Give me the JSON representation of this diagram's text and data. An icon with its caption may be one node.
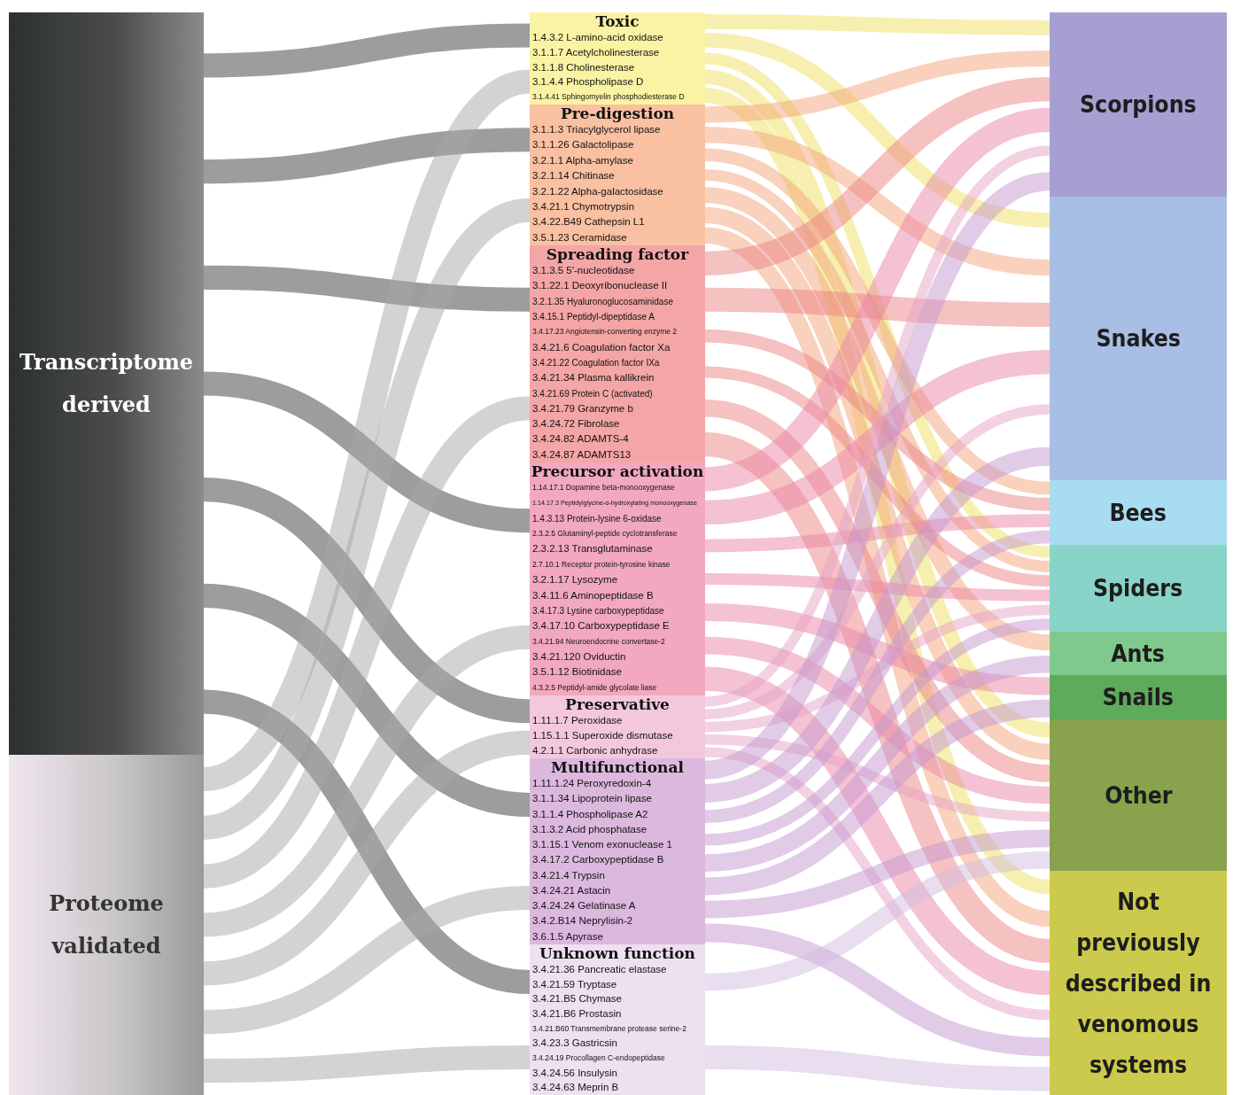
{
  "diagram": {
    "nodes": [
      {
        "text": [
          "Transcriptome derived"
        ]
      },
      {
        "text": [
          "Proteome validated"
        ]
      },
      {
        "text": [
          "Toxic",
          "1.4.3.2 L-amino-acid oxidase",
          "3.1.1.7 Acetylcholinesterase",
          "3.1.1.8 Cholinesterase",
          "3.1.4.4 Phospholipase D",
          "3.1.4.41 Sphingomyelin phosphodiesterase D"
        ]
      },
      {
        "text": [
          "Pre-digestion",
          "3.1.1.3 Triacylglycerol lipase",
          "3.1.1.26 Galactolipase",
          "3.2.1.1 Alpha-amylase",
          "3.2.1.14 Chitinase",
          "3.2.1.22 Alpha-galactosidase",
          "3.4.21.1 Chymotrypsin",
          "3.4.22.B49 Cathepsin L1",
          "3.5.1.23 Ceramidase"
        ]
      },
      {
        "text": [
          "Spreading factor",
          "3.1.3.5 5'-nucleotidase",
          "3.1.22.1 Deoxyribonuclease II",
          "3.2.1.35 Hyaluronoglucosaminidase",
          "3.4.15.1 Peptidyl-dipeptidase A",
          "3.4.17.23 Angiotensin-converting enzyme 2",
          "3.4.21.6 Coagulation factor Xa",
          "3.4.21.22 Coagulation factor IXa",
          "3.4.21.34 Plasma kallikrein",
          "3.4.21.69 Protein C (activated)",
          "3.4.21.79 Granzyme b",
          "3.4.24.72 Fibrolase",
          "3.4.24.82 ADAMTS-4",
          "3.4.24.87 ADAMTS13"
        ]
      },
      {
        "text": [
          "Precursor activation",
          "1.14.17.1 Dopamine beta-monooxygenase",
          "1.14.17.3 Peptidylglycine-α-hydroxylating monooxygenase",
          "1.4.3.13 Protein-lysine 6-oxidase",
          "2.3.2.5 Glutaminyl-peptide cyclotransferase",
          "2.3.2.13 Transglutaminase",
          "2.7.10.1 Receptor protein-tyrosine kinase",
          "3.2.1.17 Lysozyme",
          "3.4.11.6 Aminopeptidase B",
          "3.4.17.3 Lysine carboxypeptidase",
          "3.4.17.10 Carboxypeptidase E",
          "3.4.21.94 Neuroendocrine convertase-2",
          "3.4.21.120 Oviductin",
          "3.5.1.12 Biotinidase",
          "4.3.2.5 Peptidyl-amide glycolate liase"
        ]
      },
      {
        "text": [
          "Preservative",
          "1.11.1.7 Peroxidase",
          "1.15.1.1 Superoxide dismutase",
          "4.2.1.1 Carbonic anhydrase"
        ]
      },
      {
        "text": [
          "Multifunctional",
          "1.11.1.24 Peroxyredoxin-4",
          "3.1.1.34 Lipoprotein lipase",
          "3.1.1.4 Phospholipase A2",
          "3.1.3.2 Acid phosphatase",
          "3.1.15.1 Venom exonuclease 1",
          "3.4.17.2 Carboxypeptidase B",
          "3.4.21.4 Trypsin",
          "3.4.24.21 Astacin",
          "3.4.24.24 Gelatinase A",
          "3.4.2.B14 Neprylisin-2",
          "3.6.1.5 Apyrase"
        ]
      },
      {
        "text": [
          "Unknown function",
          "3.4.21.36 Pancreatic elastase",
          "3.4.21.59 Tryptase",
          "3.4.21.B5 Chymase",
          "3.4.21.B6 Prostasin",
          "3.4.21.B60 Transmembrane protease serine-2",
          "3.4.23.3 Gastricsin",
          "3.4.24.19 Procollagen C-endopeptidase",
          "3.4.24.56 Insulysin",
          "3.4.24.63 Meprin B"
        ]
      },
      {
        "text": [
          "Scorpions"
        ]
      },
      {
        "text": [
          "Snakes"
        ]
      },
      {
        "text": [
          "Bees"
        ]
      },
      {
        "text": [
          "Spiders"
        ]
      },
      {
        "text": [
          "Ants"
        ]
      },
      {
        "text": [
          "Snails"
        ]
      },
      {
        "text": [
          "Other"
        ]
      },
      {
        "text": [
          "Not previously described in venomous systems"
        ]
      }
    ],
    "edges": [
      {
        "from": 0,
        "to": 2,
        "arrow": "none",
        "color": "#3a3d3b"
      },
      {
        "from": 0,
        "to": 3,
        "arrow": "none",
        "color": "#3a3d3b"
      },
      {
        "from": 0,
        "to": 4,
        "arrow": "none",
        "color": "#3a3d3b"
      },
      {
        "from": 0,
        "to": 5,
        "arrow": "none",
        "color": "#3a3d3b"
      },
      {
        "from": 0,
        "to": 6,
        "arrow": "none",
        "color": "#3a3d3b"
      },
      {
        "from": 0,
        "to": 7,
        "arrow": "none",
        "color": "#3a3d3b"
      },
      {
        "from": 0,
        "to": 8,
        "arrow": "none",
        "color": "#3a3d3b"
      },
      {
        "from": 1,
        "to": 2,
        "arrow": "none",
        "color": "#a9a6a8"
      },
      {
        "from": 1,
        "to": 3,
        "arrow": "none",
        "color": "#a9a6a8"
      },
      {
        "from": 1,
        "to": 4,
        "arrow": "none",
        "color": "#a9a6a8"
      },
      {
        "from": 1,
        "to": 5,
        "arrow": "none",
        "color": "#a9a6a8"
      },
      {
        "from": 1,
        "to": 6,
        "arrow": "none",
        "color": "#a9a6a8"
      },
      {
        "from": 1,
        "to": 7,
        "arrow": "none",
        "color": "#a9a6a8"
      },
      {
        "from": 1,
        "to": 8,
        "arrow": "none",
        "color": "#a9a6a8"
      },
      {
        "from": 2,
        "to": 9,
        "arrow": "none",
        "color": "#eee060"
      },
      {
        "from": 2,
        "to": 10,
        "arrow": "none",
        "color": "#eee060"
      },
      {
        "from": 2,
        "to": 12,
        "arrow": "none",
        "color": "#eee060"
      },
      {
        "from": 2,
        "to": 15,
        "arrow": "none",
        "color": "#eee060"
      },
      {
        "from": 2,
        "to": 16,
        "arrow": "none",
        "color": "#eee060"
      },
      {
        "from": 3,
        "to": 9,
        "arrow": "none",
        "color": "#f3a47a"
      },
      {
        "from": 3,
        "to": 10,
        "arrow": "none",
        "color": "#f3a47a"
      },
      {
        "from": 3,
        "to": 11,
        "arrow": "none",
        "color": "#f3a47a"
      },
      {
        "from": 3,
        "to": 12,
        "arrow": "none",
        "color": "#f3a47a"
      },
      {
        "from": 3,
        "to": 13,
        "arrow": "none",
        "color": "#f3a47a"
      },
      {
        "from": 3,
        "to": 15,
        "arrow": "none",
        "color": "#f3a47a"
      },
      {
        "from": 3,
        "to": 16,
        "arrow": "none",
        "color": "#f3a47a"
      },
      {
        "from": 4,
        "to": 9,
        "arrow": "none",
        "color": "#ec8383"
      },
      {
        "from": 4,
        "to": 10,
        "arrow": "none",
        "color": "#ec8383"
      },
      {
        "from": 4,
        "to": 11,
        "arrow": "none",
        "color": "#ec8383"
      },
      {
        "from": 4,
        "to": 12,
        "arrow": "none",
        "color": "#ec8383"
      },
      {
        "from": 4,
        "to": 15,
        "arrow": "none",
        "color": "#ec8383"
      },
      {
        "from": 4,
        "to": 16,
        "arrow": "none",
        "color": "#ec8383"
      },
      {
        "from": 5,
        "to": 9,
        "arrow": "none",
        "color": "#ea85a6"
      },
      {
        "from": 5,
        "to": 10,
        "arrow": "none",
        "color": "#ea85a6"
      },
      {
        "from": 5,
        "to": 11,
        "arrow": "none",
        "color": "#ea85a6"
      },
      {
        "from": 5,
        "to": 12,
        "arrow": "none",
        "color": "#ea85a6"
      },
      {
        "from": 5,
        "to": 14,
        "arrow": "none",
        "color": "#ea85a6"
      },
      {
        "from": 5,
        "to": 15,
        "arrow": "none",
        "color": "#ea85a6"
      },
      {
        "from": 5,
        "to": 16,
        "arrow": "none",
        "color": "#ea85a6"
      },
      {
        "from": 6,
        "to": 9,
        "arrow": "none",
        "color": "#e6a3c6"
      },
      {
        "from": 6,
        "to": 10,
        "arrow": "none",
        "color": "#e6a3c6"
      },
      {
        "from": 6,
        "to": 12,
        "arrow": "none",
        "color": "#e6a3c6"
      },
      {
        "from": 6,
        "to": 15,
        "arrow": "none",
        "color": "#e6a3c6"
      },
      {
        "from": 6,
        "to": 16,
        "arrow": "none",
        "color": "#e6a3c6"
      },
      {
        "from": 7,
        "to": 9,
        "arrow": "none",
        "color": "#c497cf"
      },
      {
        "from": 7,
        "to": 10,
        "arrow": "none",
        "color": "#c497cf"
      },
      {
        "from": 7,
        "to": 11,
        "arrow": "none",
        "color": "#c497cf"
      },
      {
        "from": 7,
        "to": 12,
        "arrow": "none",
        "color": "#c497cf"
      },
      {
        "from": 7,
        "to": 13,
        "arrow": "none",
        "color": "#c497cf"
      },
      {
        "from": 7,
        "to": 14,
        "arrow": "none",
        "color": "#c497cf"
      },
      {
        "from": 7,
        "to": 15,
        "arrow": "none",
        "color": "#c497cf"
      },
      {
        "from": 7,
        "to": 16,
        "arrow": "none",
        "color": "#c497cf"
      },
      {
        "from": 8,
        "to": 15,
        "arrow": "none",
        "color": "#d2bde0"
      },
      {
        "from": 8,
        "to": 16,
        "arrow": "none",
        "color": "#d2bde0"
      }
    ]
  }
}
